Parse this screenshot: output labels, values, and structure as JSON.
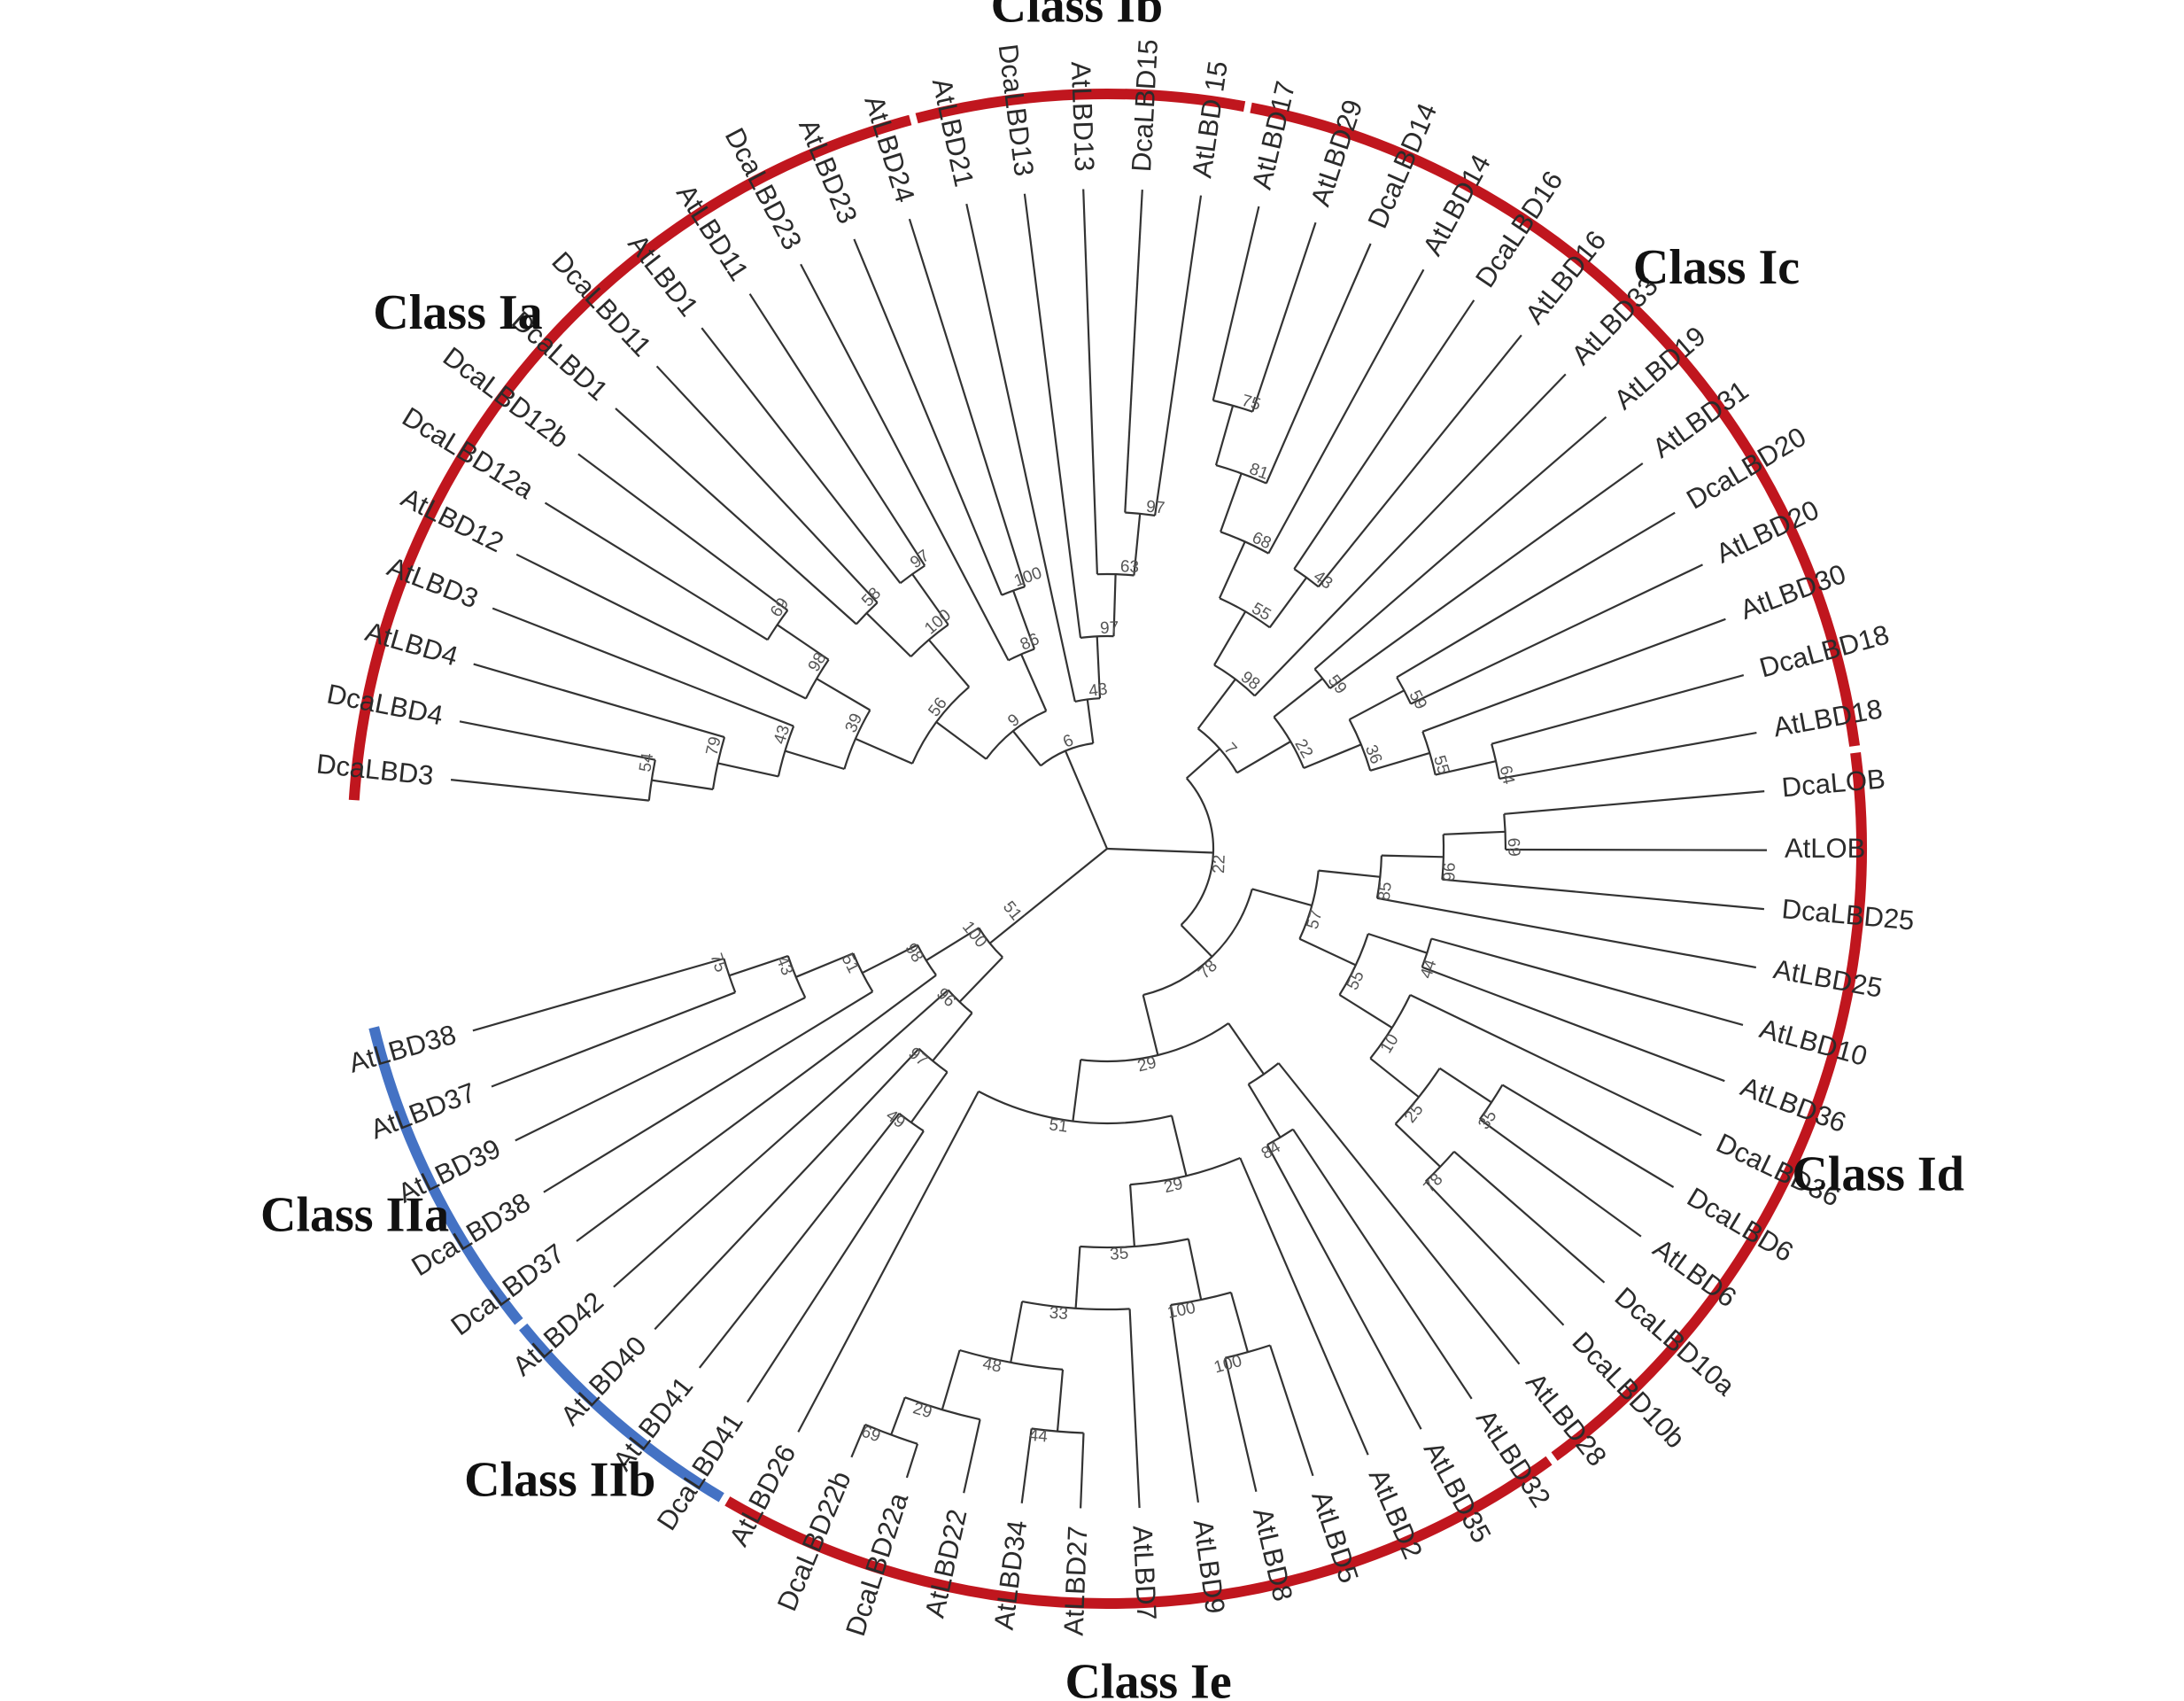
{
  "colors": {
    "class_one": "#c0161e",
    "class_two": "#4472c4",
    "branch": "#333333"
  },
  "classes": [
    {
      "name": "Class Ia",
      "group": "class_one",
      "from": "DcaLBD3",
      "to": "AtLBD24"
    },
    {
      "name": "Class Ib",
      "group": "class_one",
      "from": "AtLBD21",
      "to": "AtLBD 15"
    },
    {
      "name": "Class Ic",
      "group": "class_one",
      "from": "AtLBD17",
      "to": "AtLBD18"
    },
    {
      "name": "Class Id",
      "group": "class_one",
      "from": "DcaLOB",
      "to": "AtLBD28"
    },
    {
      "name": "Class Ie",
      "group": "class_one",
      "from": "AtLBD32",
      "to": "AtLBD26"
    },
    {
      "name": "Class IIb",
      "group": "class_two",
      "from": "DcaLBD41",
      "to": "AtLBD42"
    },
    {
      "name": "Class IIa",
      "group": "class_two",
      "from": "DcaLBD37",
      "to": "AtLBD38"
    }
  ],
  "tree": [
    "r",
    "",
    [
      [
        "a",
        "6",
        [
          [
            "b",
            "9",
            [
              [
                "c",
                "56",
                [
                  [
                    "d",
                    "39",
                    [
                      [
                        "e",
                        "43",
                        [
                          [
                            "f",
                            "79",
                            [
                              [
                                "g",
                                "54",
                                [
                                  [
                                    "DcaLBD3"
                                  ],
                                  [
                                    "DcaLBD4"
                                  ]
                                ]
                              ],
                              [
                                "AtLBD4"
                              ]
                            ]
                          ],
                          [
                            "AtLBD3"
                          ]
                        ]
                      ],
                      [
                        "h",
                        "98",
                        [
                          [
                            "AtLBD12"
                          ],
                          [
                            "i",
                            "69",
                            [
                              [
                                "DcaLBD12a"
                              ],
                              [
                                "DcaLBD12b"
                              ]
                            ]
                          ]
                        ]
                      ]
                    ]
                  ],
                  [
                    "j",
                    "100",
                    [
                      [
                        "k",
                        "58",
                        [
                          [
                            "DcaLBD1"
                          ],
                          [
                            "DcaLBD11"
                          ]
                        ]
                      ],
                      [
                        "l",
                        "97",
                        [
                          [
                            "AtLBD1"
                          ],
                          [
                            "AtLBD11"
                          ]
                        ]
                      ]
                    ]
                  ]
                ]
              ],
              [
                "m",
                "86",
                [
                  [
                    "DcaLBD23"
                  ],
                  [
                    "n",
                    "100",
                    [
                      [
                        "AtLBD23"
                      ],
                      [
                        "AtLBD24"
                      ]
                    ]
                  ]
                ]
              ]
            ]
          ],
          [
            "o",
            "43",
            [
              [
                "AtLBD21"
              ],
              [
                "p",
                "97",
                [
                  [
                    "DcaLBD13"
                  ],
                  [
                    "q",
                    "63",
                    [
                      [
                        "AtLBD13"
                      ],
                      [
                        "s",
                        "97",
                        [
                          [
                            "DcaLBD15"
                          ],
                          [
                            "AtLBD 15"
                          ]
                        ]
                      ]
                    ]
                  ]
                ]
              ]
            ]
          ]
        ]
      ],
      [
        "t",
        "22",
        [
          [
            "u",
            "7",
            [
              [
                "v",
                "98",
                [
                  [
                    "w",
                    "55",
                    [
                      [
                        "x",
                        "68",
                        [
                          [
                            "y",
                            "81",
                            [
                              [
                                "z",
                                "75",
                                [
                                  [
                                    "AtLBD17"
                                  ],
                                  [
                                    "AtLBD29"
                                  ]
                                ]
                              ],
                              [
                                "DcaLBD14"
                              ]
                            ]
                          ],
                          [
                            "AtLBD14"
                          ]
                        ]
                      ],
                      [
                        "y2",
                        "43",
                        [
                          [
                            "DcaLBD16"
                          ],
                          [
                            "AtLBD16"
                          ]
                        ]
                      ]
                    ]
                  ],
                  [
                    "AtLBD33"
                  ]
                ]
              ],
              [
                "w2",
                "22",
                [
                  [
                    "x2",
                    "59",
                    [
                      [
                        "AtLBD19"
                      ],
                      [
                        "AtLBD31"
                      ]
                    ]
                  ],
                  [
                    "x3",
                    "36",
                    [
                      [
                        "y3",
                        "59",
                        [
                          [
                            "DcaLBD20"
                          ],
                          [
                            "AtLBD20"
                          ]
                        ]
                      ],
                      [
                        "y4",
                        "55",
                        [
                          [
                            "AtLBD30"
                          ],
                          [
                            "z2",
                            "64",
                            [
                              [
                                "DcaLBD18"
                              ],
                              [
                                "AtLBD18"
                              ]
                            ]
                          ]
                        ]
                      ]
                    ]
                  ]
                ]
              ]
            ]
          ],
          [
            "u2",
            "78",
            [
              [
                "v2",
                "57",
                [
                  [
                    "w3",
                    "85",
                    [
                      [
                        "x4",
                        "96",
                        [
                          [
                            "y5",
                            "69",
                            [
                              [
                                "DcaLOB"
                              ],
                              [
                                "AtLOB"
                              ]
                            ]
                          ],
                          [
                            "DcaLBD25"
                          ]
                        ]
                      ],
                      [
                        "AtLBD25"
                      ]
                    ]
                  ],
                  [
                    "w4",
                    "55",
                    [
                      [
                        "x5",
                        "44",
                        [
                          [
                            "AtLBD10"
                          ],
                          [
                            "AtLBD36"
                          ]
                        ]
                      ],
                      [
                        "x6",
                        "10",
                        [
                          [
                            "DcaLBD36"
                          ],
                          [
                            "y6",
                            "25",
                            [
                              [
                                "z3",
                                "35",
                                [
                                  [
                                    "DcaLBD6"
                                  ],
                                  [
                                    "AtLBD6"
                                  ]
                                ]
                              ],
                              [
                                "z4",
                                "78",
                                [
                                  [
                                    "DcaLBD10a"
                                  ],
                                  [
                                    "DcaLBD10b"
                                  ]
                                ]
                              ]
                            ]
                          ]
                        ]
                      ]
                    ]
                  ]
                ]
              ],
              [
                "v3",
                "29",
                [
                  [
                    "w5",
                    "",
                    [
                      [
                        "AtLBD28"
                      ],
                      [
                        "x7",
                        "84",
                        [
                          [
                            "AtLBD32"
                          ],
                          [
                            "AtLBD35"
                          ]
                        ]
                      ]
                    ]
                  ],
                  [
                    "w6",
                    "51",
                    [
                      [
                        "x8",
                        "29",
                        [
                          [
                            "AtLBD2"
                          ],
                          [
                            "y7",
                            "35",
                            [
                              [
                                "z5",
                                "100",
                                [
                                  [
                                    "z6",
                                    "100",
                                    [
                                      [
                                        "AtLBD5"
                                      ],
                                      [
                                        "AtLBD8"
                                      ]
                                    ]
                                  ],
                                  [
                                    "AtLBD9"
                                  ]
                                ]
                              ],
                              [
                                "z7",
                                "33",
                                [
                                  [
                                    "AtLBD7"
                                  ],
                                  [
                                    "z8",
                                    "48",
                                    [
                                      [
                                        "z9",
                                        "44",
                                        [
                                          [
                                            "AtLBD27"
                                          ],
                                          [
                                            "AtLBD34"
                                          ]
                                        ]
                                      ],
                                      [
                                        "z10",
                                        "29",
                                        [
                                          [
                                            "AtLBD22"
                                          ],
                                          [
                                            "z11",
                                            "69",
                                            [
                                              [
                                                "DcaLBD22a"
                                              ],
                                              [
                                                "DcaLBD22b"
                                              ]
                                            ]
                                          ]
                                        ]
                                      ]
                                    ]
                                  ]
                                ]
                              ]
                            ]
                          ]
                        ]
                      ],
                      [
                        "AtLBD26"
                      ]
                    ]
                  ]
                ]
              ]
            ]
          ]
        ]
      ],
      [
        "II",
        "51",
        [
          [
            "IIb",
            "100",
            [
              [
                "IIb1",
                "96",
                [
                  [
                    "IIb2",
                    "97",
                    [
                      [
                        "IIb3",
                        "49",
                        [
                          [
                            "DcaLBD41"
                          ],
                          [
                            "AtLBD41"
                          ]
                        ]
                      ],
                      [
                        "AtLBD40"
                      ]
                    ]
                  ],
                  [
                    "AtLBD42"
                  ]
                ]
              ],
              [
                "IIa",
                "98",
                [
                  [
                    "DcaLBD37"
                  ],
                  [
                    "IIa1",
                    "51",
                    [
                      [
                        "DcaLBD38"
                      ],
                      [
                        "IIa2",
                        "43",
                        [
                          [
                            "AtLBD39"
                          ],
                          [
                            "IIa3",
                            "75",
                            [
                              [
                                "AtLBD37"
                              ],
                              [
                                "AtLBD38"
                              ]
                            ]
                          ]
                        ]
                      ]
                    ]
                  ]
                ]
              ]
            ]
          ]
        ]
      ]
    ]
  ]
}
